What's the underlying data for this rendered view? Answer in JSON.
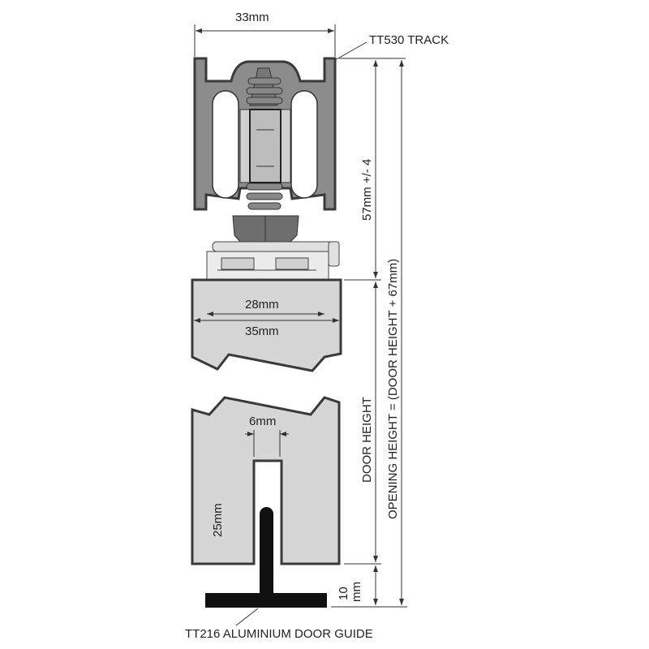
{
  "labels": {
    "track_width": "33mm",
    "track_name": "TT530 TRACK",
    "track_height": "57mm +/- 4",
    "door_top_inner": "28mm",
    "door_top_outer": "35mm",
    "groove_width": "6mm",
    "groove_depth": "25mm",
    "door_height": "DOOR HEIGHT",
    "opening_height": "OPENING HEIGHT = (DOOR HEIGHT + 67mm)",
    "guide_clearance_value": "10",
    "guide_clearance_unit": "mm",
    "guide_name": "TT216 ALUMINIUM DOOR GUIDE"
  },
  "colors": {
    "track": "#8c8c8c",
    "door": "#d6d6d6",
    "guide": "#111111",
    "outline": "#3a3a3a"
  }
}
